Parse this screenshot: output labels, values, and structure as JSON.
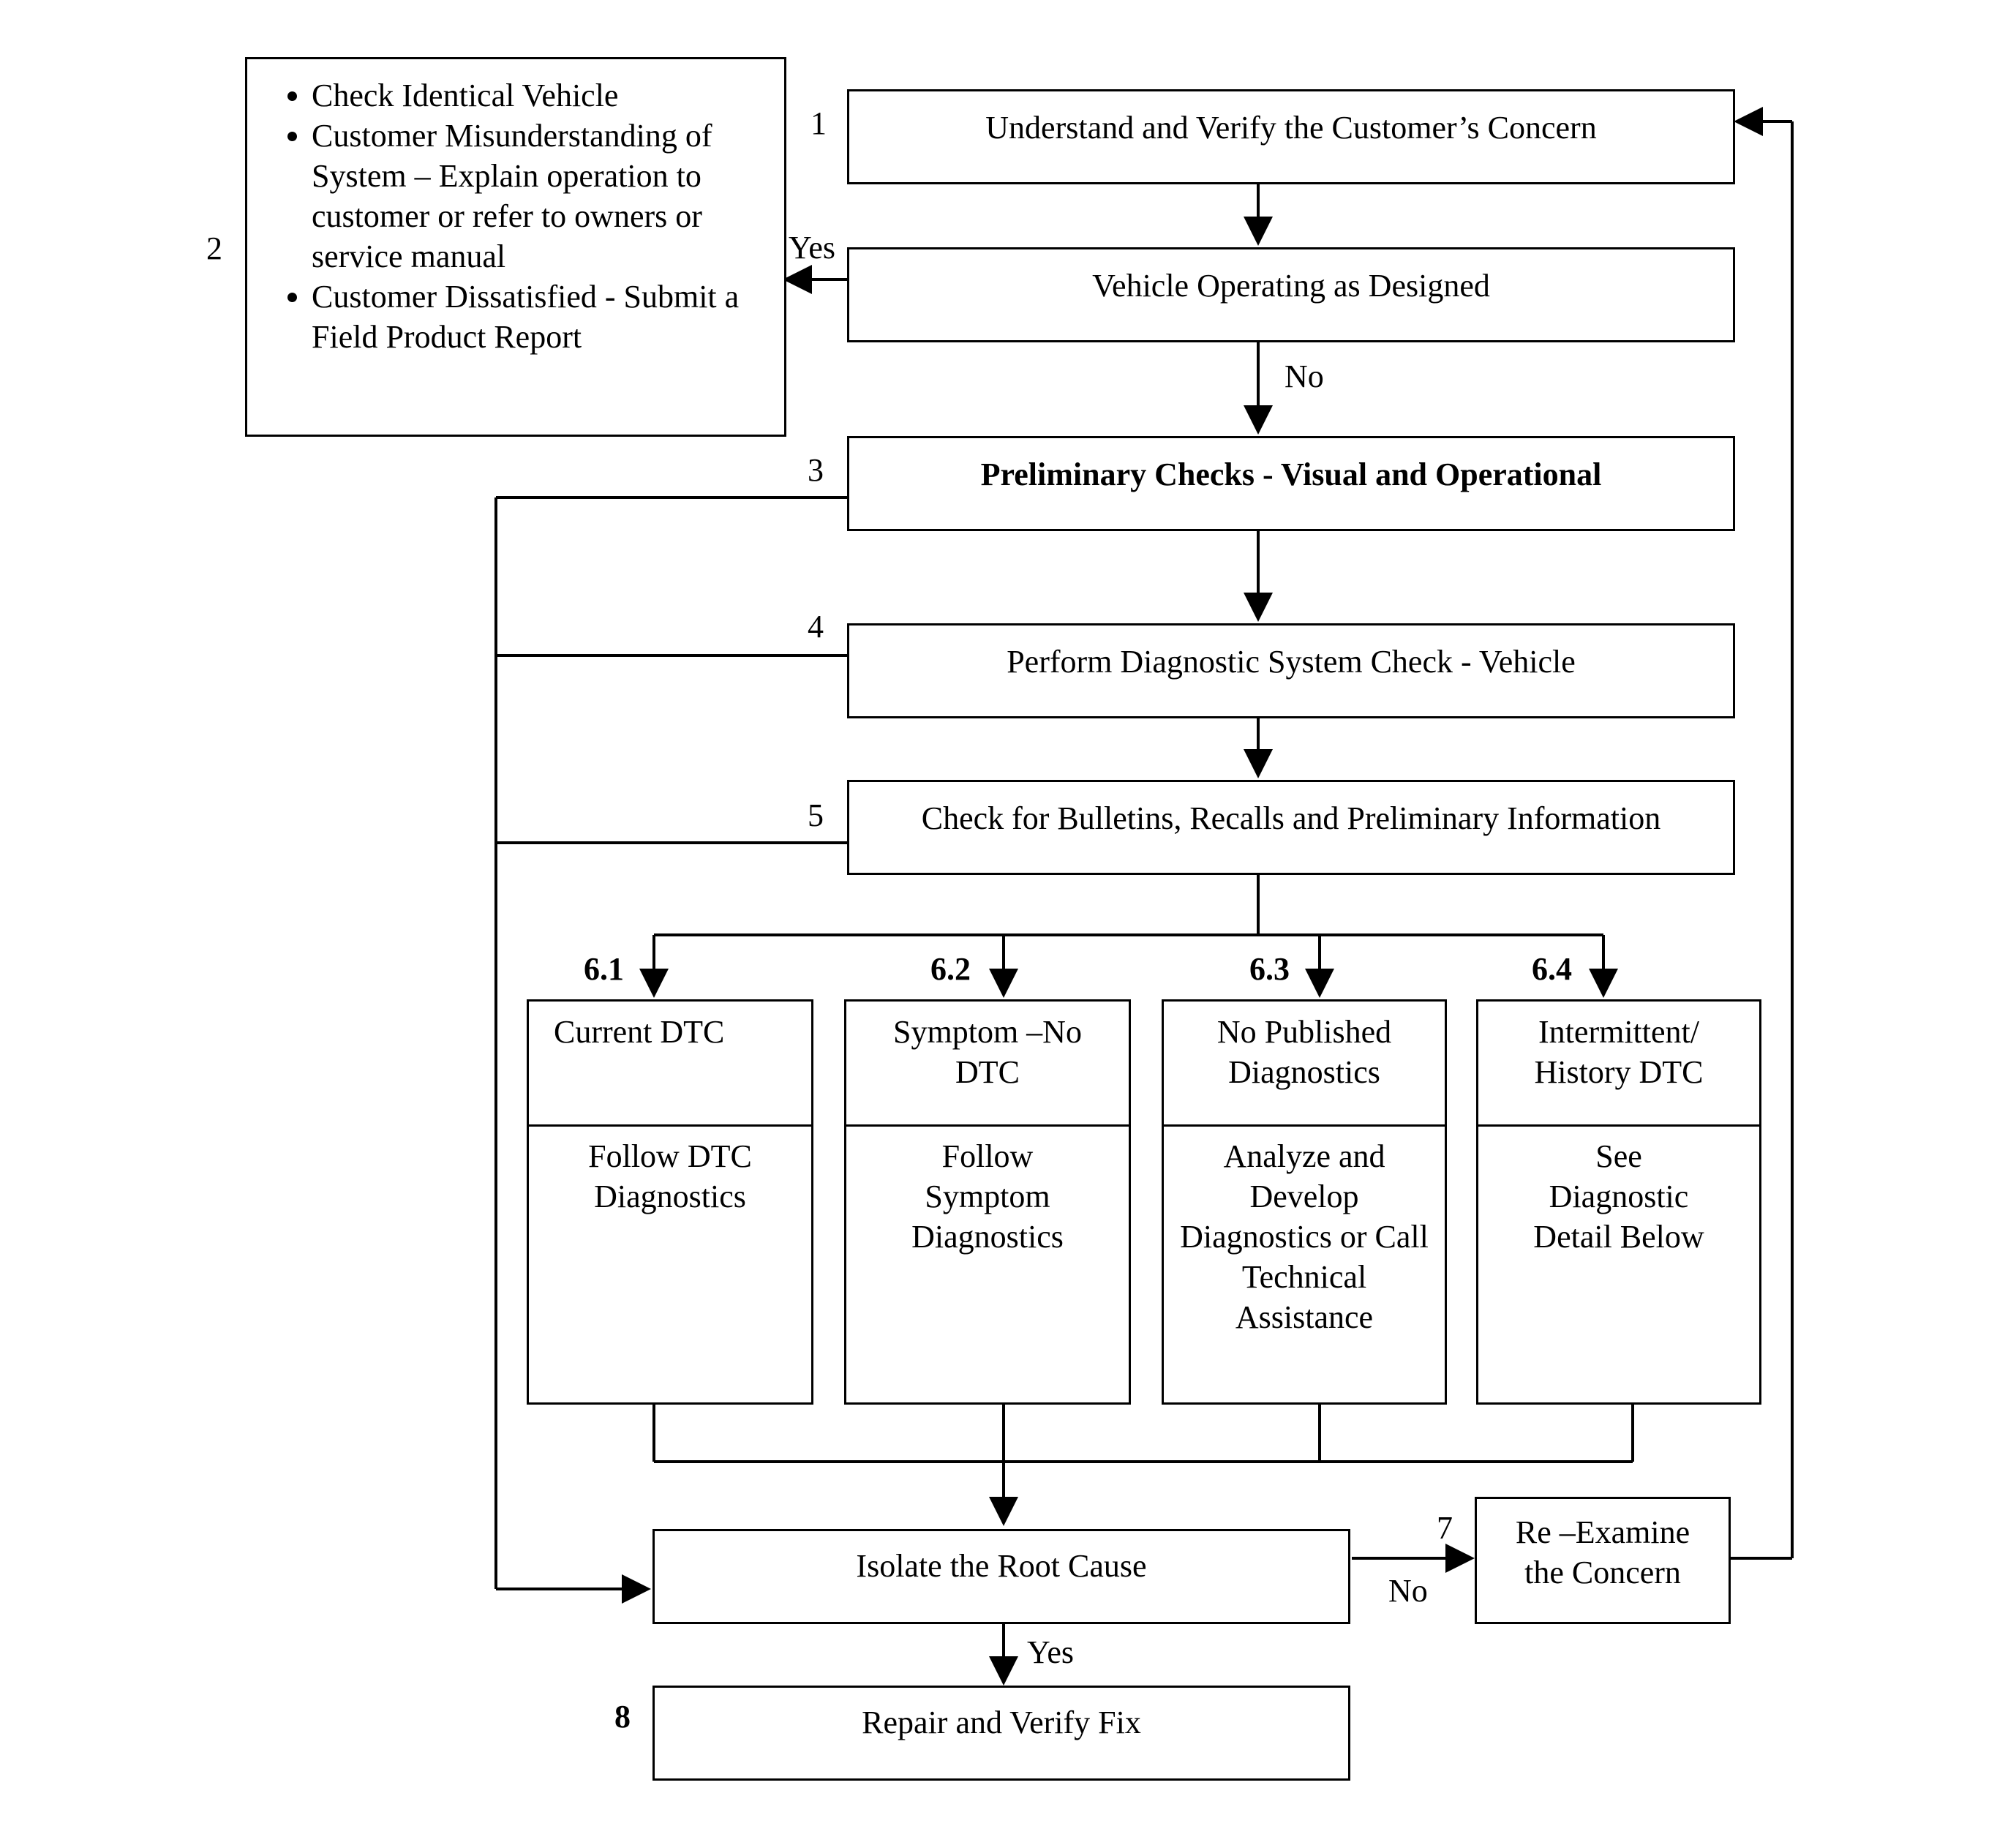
{
  "steps": {
    "s1": {
      "number": "1",
      "label": "Understand and Verify the Customer’s Concern"
    },
    "s2": {
      "number": "2",
      "bullets": [
        "Check Identical Vehicle",
        "Customer Misunderstanding of System – Explain operation to customer or refer to owners or service manual",
        "Customer Dissatisfied - Submit a Field Product Report"
      ]
    },
    "vod": {
      "label": "Vehicle Operating as Designed"
    },
    "s3": {
      "number": "3",
      "label": "Preliminary Checks - Visual and Operational"
    },
    "s4": {
      "number": "4",
      "label": "Perform Diagnostic System Check - Vehicle"
    },
    "s5": {
      "number": "5",
      "label": "Check for Bulletins, Recalls and Preliminary Information"
    },
    "s61": {
      "number": "6.1",
      "title": "Current DTC",
      "body": "Follow DTC Diagnostics"
    },
    "s62": {
      "number": "6.2",
      "title": "Symptom –No DTC",
      "body": "Follow Symptom Diagnostics"
    },
    "s63": {
      "number": "6.3",
      "title": "No Published Diagnostics",
      "body": "Analyze and Develop Diagnostics or Call Technical Assistance"
    },
    "s64": {
      "number": "6.4",
      "title": "Intermittent/ History DTC",
      "body": "See Diagnostic Detail Below"
    },
    "isolate": {
      "label": "Isolate the Root Cause"
    },
    "s7": {
      "number": "7",
      "label": "Re –Examine the Concern"
    },
    "s8": {
      "number": "8",
      "label": "Repair and Verify Fix"
    }
  },
  "edges": {
    "yes_to_2": "Yes",
    "no_to_3": "No",
    "no_to_7": "No",
    "yes_to_8": "Yes"
  }
}
